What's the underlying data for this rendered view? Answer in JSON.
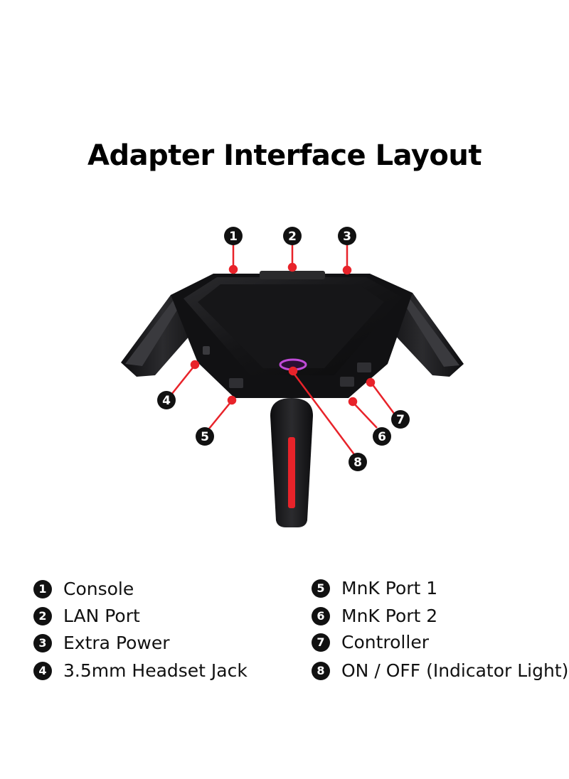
{
  "title": "Adapter Interface Layout",
  "device": {
    "body_color": "#1b1b1d",
    "accent_color": "#e8232a",
    "indicator_color": "#c04bd8"
  },
  "callouts": [
    {
      "number": "1",
      "label": "Console"
    },
    {
      "number": "2",
      "label": "LAN Port"
    },
    {
      "number": "3",
      "label": "Extra Power"
    },
    {
      "number": "4",
      "label": "3.5mm Headset Jack"
    },
    {
      "number": "5",
      "label": "MnK Port 1"
    },
    {
      "number": "6",
      "label": "MnK Port 2"
    },
    {
      "number": "7",
      "label": "Controller"
    },
    {
      "number": "8",
      "label": "ON / OFF (Indicator Light)"
    }
  ],
  "legend": {
    "left": [
      {
        "number": "1",
        "label": "Console"
      },
      {
        "number": "2",
        "label": "LAN Port"
      },
      {
        "number": "3",
        "label": "Extra Power"
      },
      {
        "number": "4",
        "label": "3.5mm Headset Jack"
      }
    ],
    "right": [
      {
        "number": "5",
        "label": "MnK Port 1"
      },
      {
        "number": "6",
        "label": "MnK Port 2"
      },
      {
        "number": "7",
        "label": "Controller"
      },
      {
        "number": "8",
        "label": "ON / OFF (Indicator Light)"
      }
    ]
  }
}
